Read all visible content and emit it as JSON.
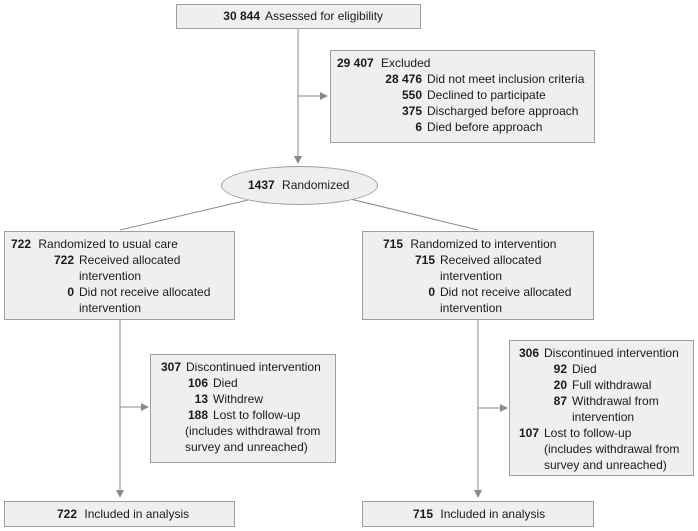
{
  "assessed": {
    "n": "30 844",
    "label": "Assessed for eligibility"
  },
  "excluded": {
    "n": "29 407",
    "label": "Excluded",
    "items": [
      {
        "n": "28 476",
        "label": "Did not meet inclusion criteria"
      },
      {
        "n": "550",
        "label": "Declined to participate"
      },
      {
        "n": "375",
        "label": "Discharged before approach"
      },
      {
        "n": "6",
        "label": "Died before approach"
      }
    ]
  },
  "randomized": {
    "n": "1437",
    "label": "Randomized"
  },
  "usual_care": {
    "n": "722",
    "label": "Randomized to usual care",
    "received_n": "722",
    "received_l1": "Received allocated",
    "received_l2": "intervention",
    "notreceived_n": "0",
    "notreceived_l1": "Did not receive allocated",
    "notreceived_l2": "intervention"
  },
  "intervention": {
    "n": "715",
    "label": "Randomized to intervention",
    "received_n": "715",
    "received_l1": "Received allocated",
    "received_l2": "intervention",
    "notreceived_n": "0",
    "notreceived_l1": "Did not receive allocated",
    "notreceived_l2": "intervention"
  },
  "usual_discontinued": {
    "n": "307",
    "label": "Discontinued intervention",
    "died_n": "106",
    "died_l": "Died",
    "withdrew_n": "13",
    "withdrew_l": "Withdrew",
    "lost_n": "188",
    "lost_l": "Lost to follow-up",
    "note1": "(includes withdrawal from",
    "note2": "survey and unreached)"
  },
  "intervention_discontinued": {
    "n": "306",
    "label": "Discontinued intervention",
    "died_n": "92",
    "died_l": "Died",
    "full_n": "20",
    "full_l": "Full withdrawal",
    "wfi_n": "87",
    "wfi_l1": "Withdrawal from",
    "wfi_l2": "intervention",
    "lost_n": "107",
    "lost_l": "Lost to follow-up",
    "note1": "(includes withdrawal from",
    "note2": "survey and unreached)"
  },
  "usual_analysis": {
    "n": "722",
    "label": "Included in analysis"
  },
  "intervention_analysis": {
    "n": "715",
    "label": "Included in analysis"
  },
  "colors": {
    "box_fill": "#efefef",
    "box_border": "#9e9e9e",
    "line": "#8a8a8a"
  }
}
